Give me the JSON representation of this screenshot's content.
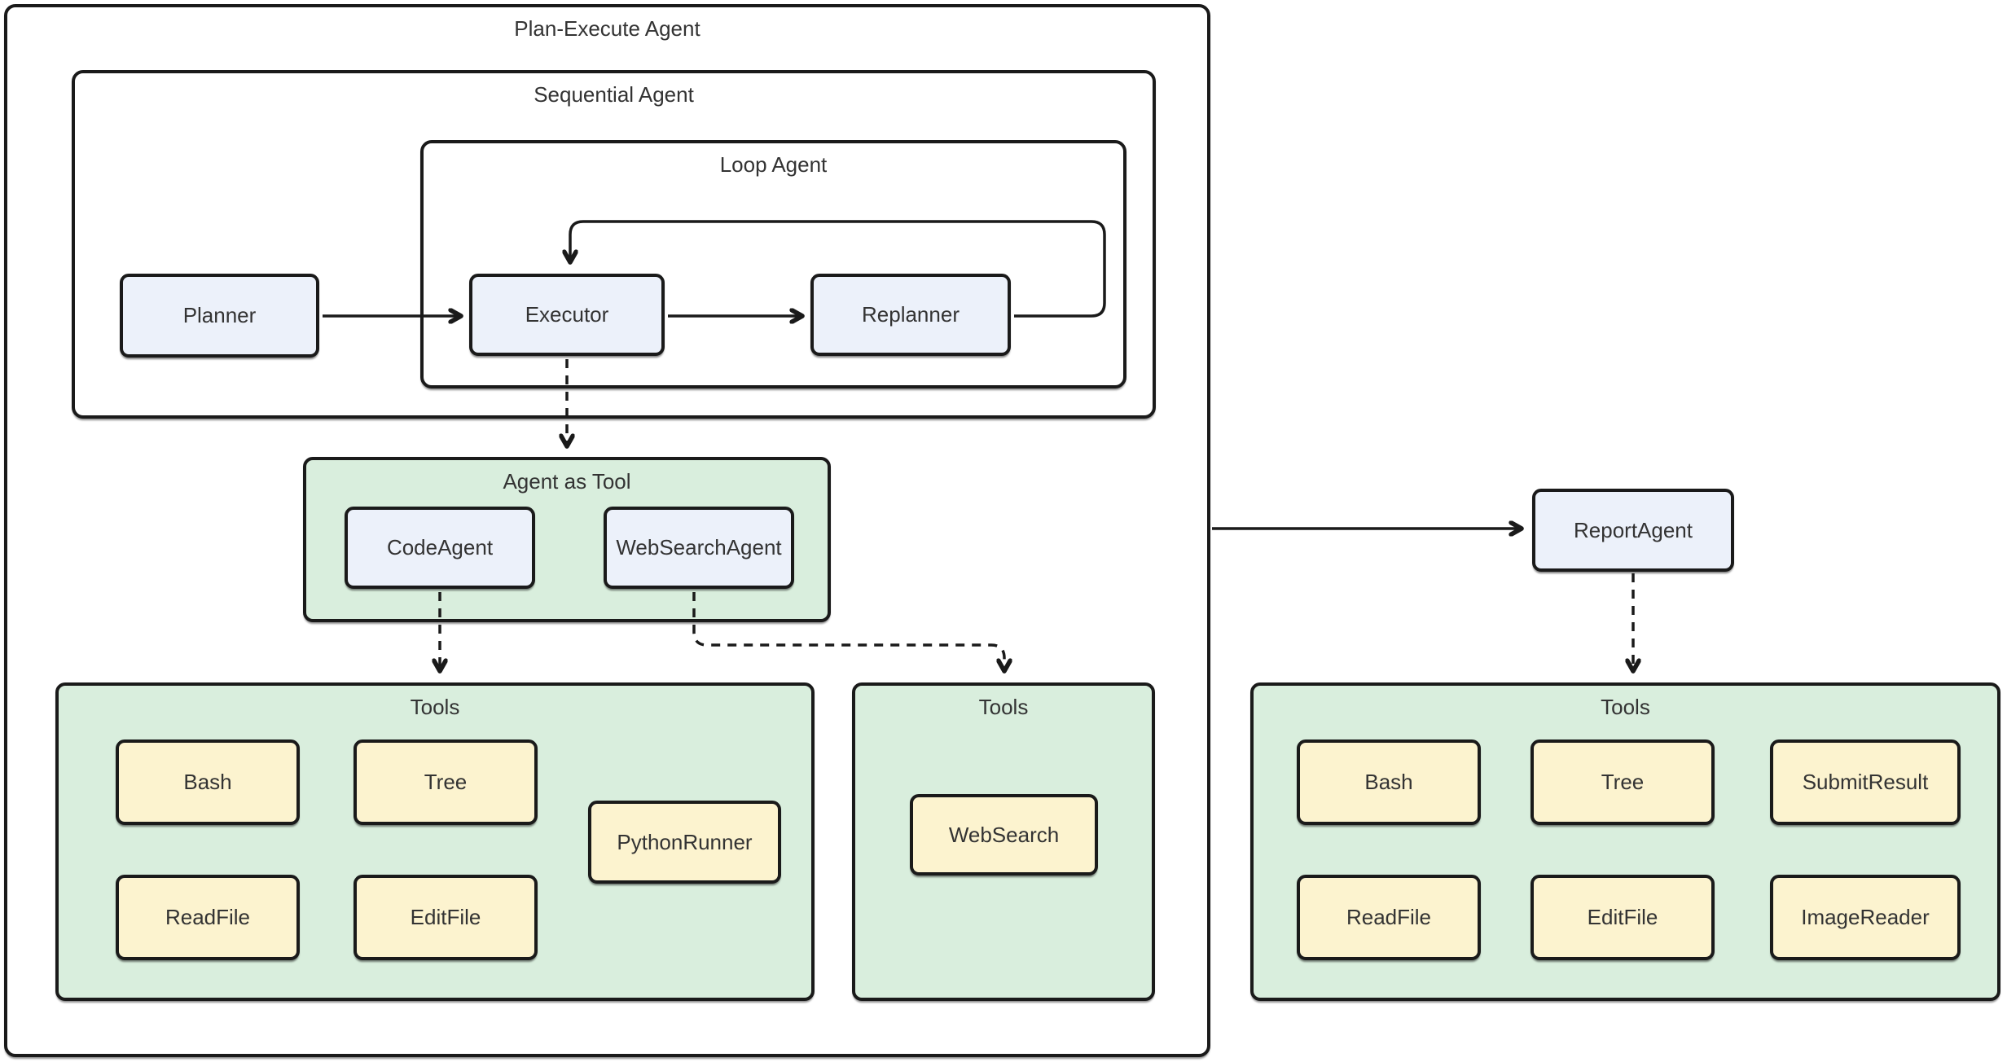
{
  "diagram": {
    "type": "flowchart",
    "containers": {
      "plan_execute": {
        "label": "Plan-Execute Agent"
      },
      "sequential": {
        "label": "Sequential Agent"
      },
      "loop": {
        "label": "Loop Agent"
      },
      "agent_as_tool": {
        "label": "Agent as Tool"
      },
      "tools_left": {
        "label": "Tools"
      },
      "tools_mid": {
        "label": "Tools"
      },
      "tools_right": {
        "label": "Tools"
      }
    },
    "nodes": {
      "planner": {
        "label": "Planner"
      },
      "executor": {
        "label": "Executor"
      },
      "replanner": {
        "label": "Replanner"
      },
      "code_agent": {
        "label": "CodeAgent"
      },
      "web_search_agent": {
        "label": "WebSearchAgent"
      },
      "report_agent": {
        "label": "ReportAgent"
      },
      "tl_bash": {
        "label": "Bash"
      },
      "tl_tree": {
        "label": "Tree"
      },
      "tl_python_runner": {
        "label": "PythonRunner"
      },
      "tl_read_file": {
        "label": "ReadFile"
      },
      "tl_edit_file": {
        "label": "EditFile"
      },
      "tm_web_search": {
        "label": "WebSearch"
      },
      "tr_bash": {
        "label": "Bash"
      },
      "tr_tree": {
        "label": "Tree"
      },
      "tr_submit_result": {
        "label": "SubmitResult"
      },
      "tr_read_file": {
        "label": "ReadFile"
      },
      "tr_edit_file": {
        "label": "EditFile"
      },
      "tr_image_reader": {
        "label": "ImageReader"
      }
    },
    "edges": [
      {
        "from": "Planner",
        "to": "Executor",
        "style": "solid-arrow"
      },
      {
        "from": "Executor",
        "to": "Replanner",
        "style": "solid-arrow"
      },
      {
        "from": "Replanner",
        "to": "Executor",
        "style": "solid-arrow-loopback"
      },
      {
        "from": "Executor",
        "to": "Agent as Tool",
        "style": "dashed-arrow"
      },
      {
        "from": "CodeAgent",
        "to": "Tools (left)",
        "style": "dashed-arrow"
      },
      {
        "from": "WebSearchAgent",
        "to": "Tools (mid)",
        "style": "dashed-arrow"
      },
      {
        "from": "Plan-Execute Agent",
        "to": "ReportAgent",
        "style": "solid-arrow"
      },
      {
        "from": "ReportAgent",
        "to": "Tools (right)",
        "style": "dashed-arrow"
      }
    ],
    "colors": {
      "background": "#ffffff",
      "border": "#1a1a1a",
      "text": "#333333",
      "agent_fill": "#ecf1fa",
      "group_fill": "#d9eedd",
      "tool_fill": "#fcf3cf",
      "line": "#1a1a1a"
    }
  }
}
